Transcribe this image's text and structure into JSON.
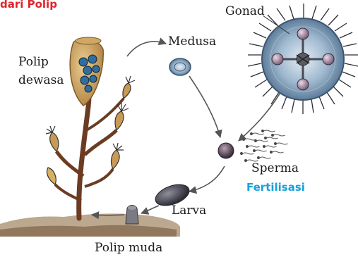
{
  "header": {
    "text": "dari Polip",
    "color": "#e0242b"
  },
  "labels": {
    "gonad": "Gonad",
    "medusa": "Medusa",
    "polip_dewasa_line1": "Polip",
    "polip_dewasa_line2": "dewasa",
    "sperma": "Sperma",
    "fertilisasi": "Fertilisasi",
    "larva": "Larva",
    "polip_muda": "Polip muda"
  },
  "colors": {
    "fertilisasi": "#1aa0dc",
    "text": "#1a1a1a",
    "medusa_fill": "#2f6e9e",
    "stalk": "#6b3b22",
    "polyp_body": "#c99a55",
    "ground": "#8a6a4a"
  },
  "icons": [
    "arrow-icon",
    "medusa-icon",
    "egg-icon",
    "larva-icon",
    "sperm-icon",
    "polyp-colony-icon",
    "young-polyp-icon"
  ]
}
